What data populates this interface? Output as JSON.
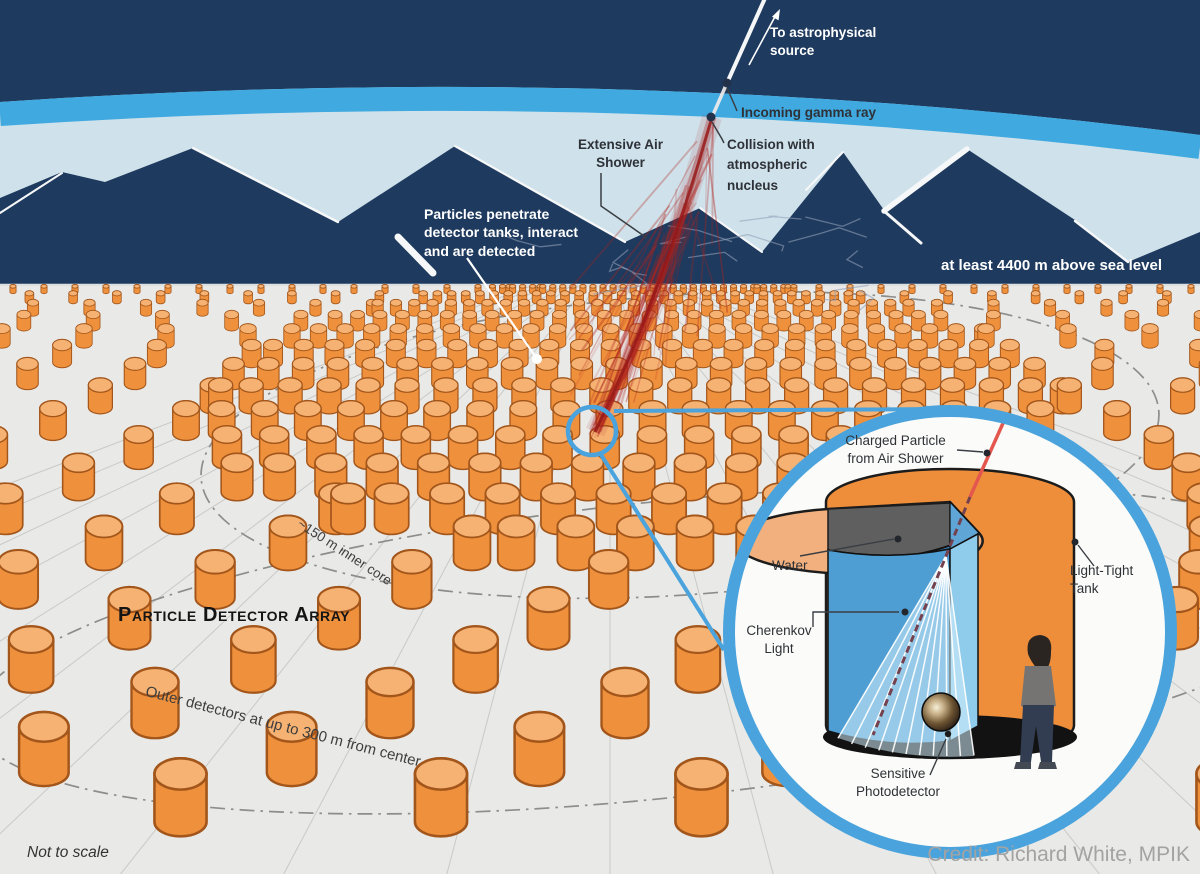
{
  "colors": {
    "space_navy": "#1e3a5e",
    "atmosphere_blue": "#3fa9e0",
    "pale_sky": "#cfe1ea",
    "ground_gray": "#e9e9e7",
    "tank_orange": "#ef913c",
    "tank_top_orange": "#f5b273",
    "callout_blue": "#4aa3dc",
    "shower_red": "#b13434",
    "water_blue": "#4f9ed3"
  },
  "scene": {
    "sky": {
      "to_source": "To astrophysical\nsource",
      "incoming": "Incoming gamma ray",
      "collision": "Collision with\natmospheric\nnucleus",
      "eas": "Extensive Air\nShower",
      "altitude": "at least 4400 m above sea level"
    },
    "array": {
      "particles": "Particles penetrate\ndetector tanks, interact\nand are detected",
      "title": "Particle Detector Array",
      "inner_core": "~150 m inner core",
      "outer_ring": "Outer detectors at up to 300 m from center",
      "not_to_scale": "Not to scale"
    },
    "inset": {
      "charged": "Charged Particle\nfrom Air Shower",
      "water": "Water",
      "cherenkov": "Cherenkov\nLight",
      "tank": "Light-Tight\nTank",
      "photodetector": "Sensitive\nPhotodetector"
    },
    "credit": "Credit: Richard White, MPIK"
  }
}
